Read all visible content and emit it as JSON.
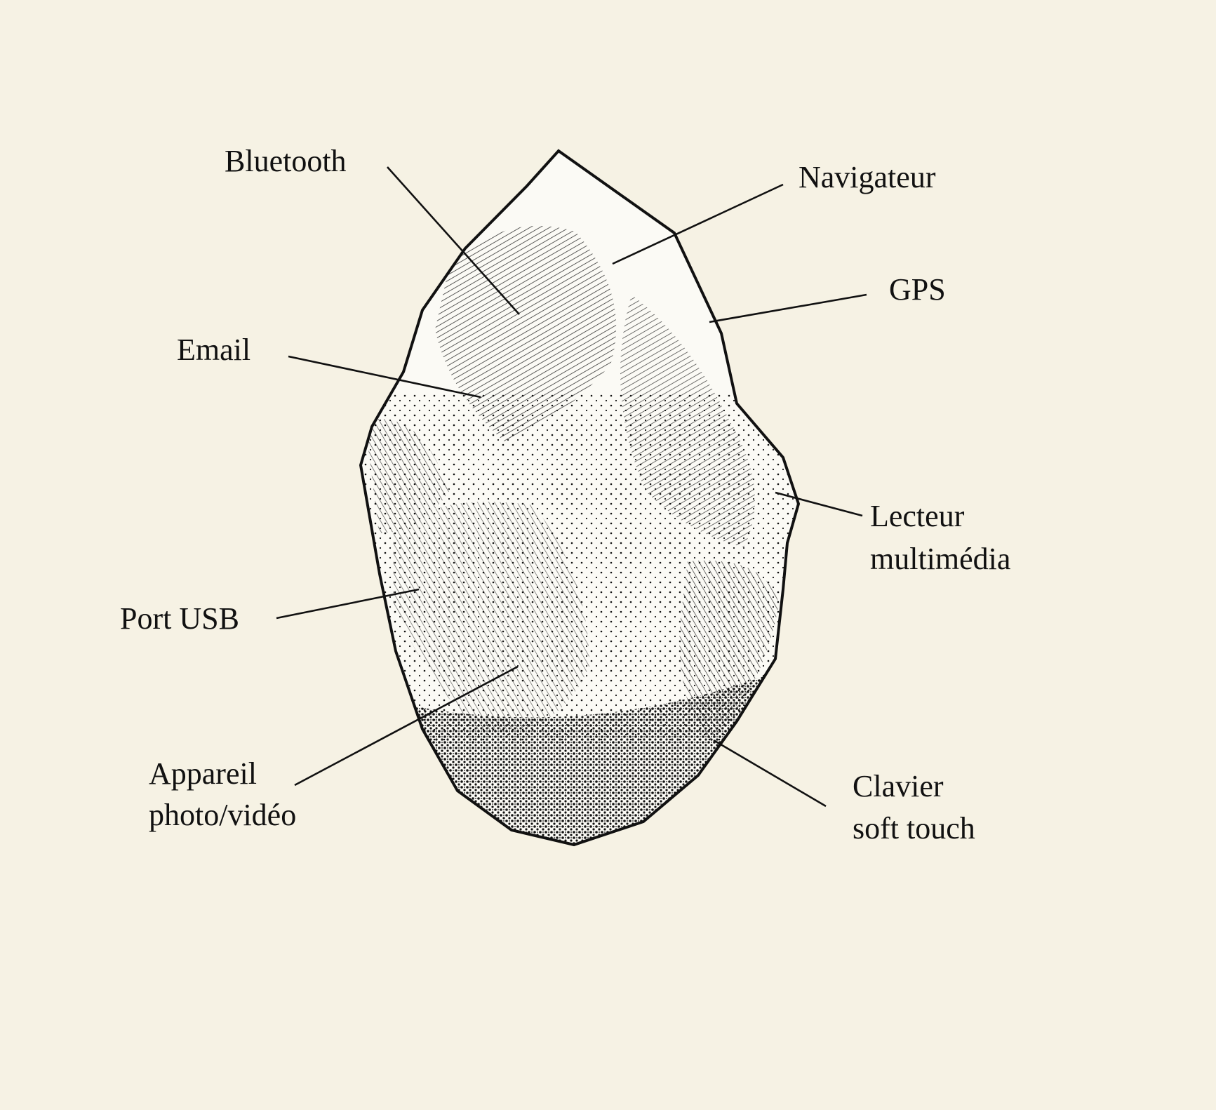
{
  "colors": {
    "paper": "#f6f2e4",
    "ink": "#111111"
  },
  "labels": {
    "bluetooth": "Bluetooth",
    "navigateur": "Navigateur",
    "gps": "GPS",
    "email": "Email",
    "lecteur_line1": "Lecteur",
    "lecteur_line2": "multimédia",
    "port_usb": "Port USB",
    "appareil_line1": "Appareil",
    "appareil_line2": "photo/vidéo",
    "clavier_line1": "Clavier",
    "clavier_line2": "soft touch"
  }
}
